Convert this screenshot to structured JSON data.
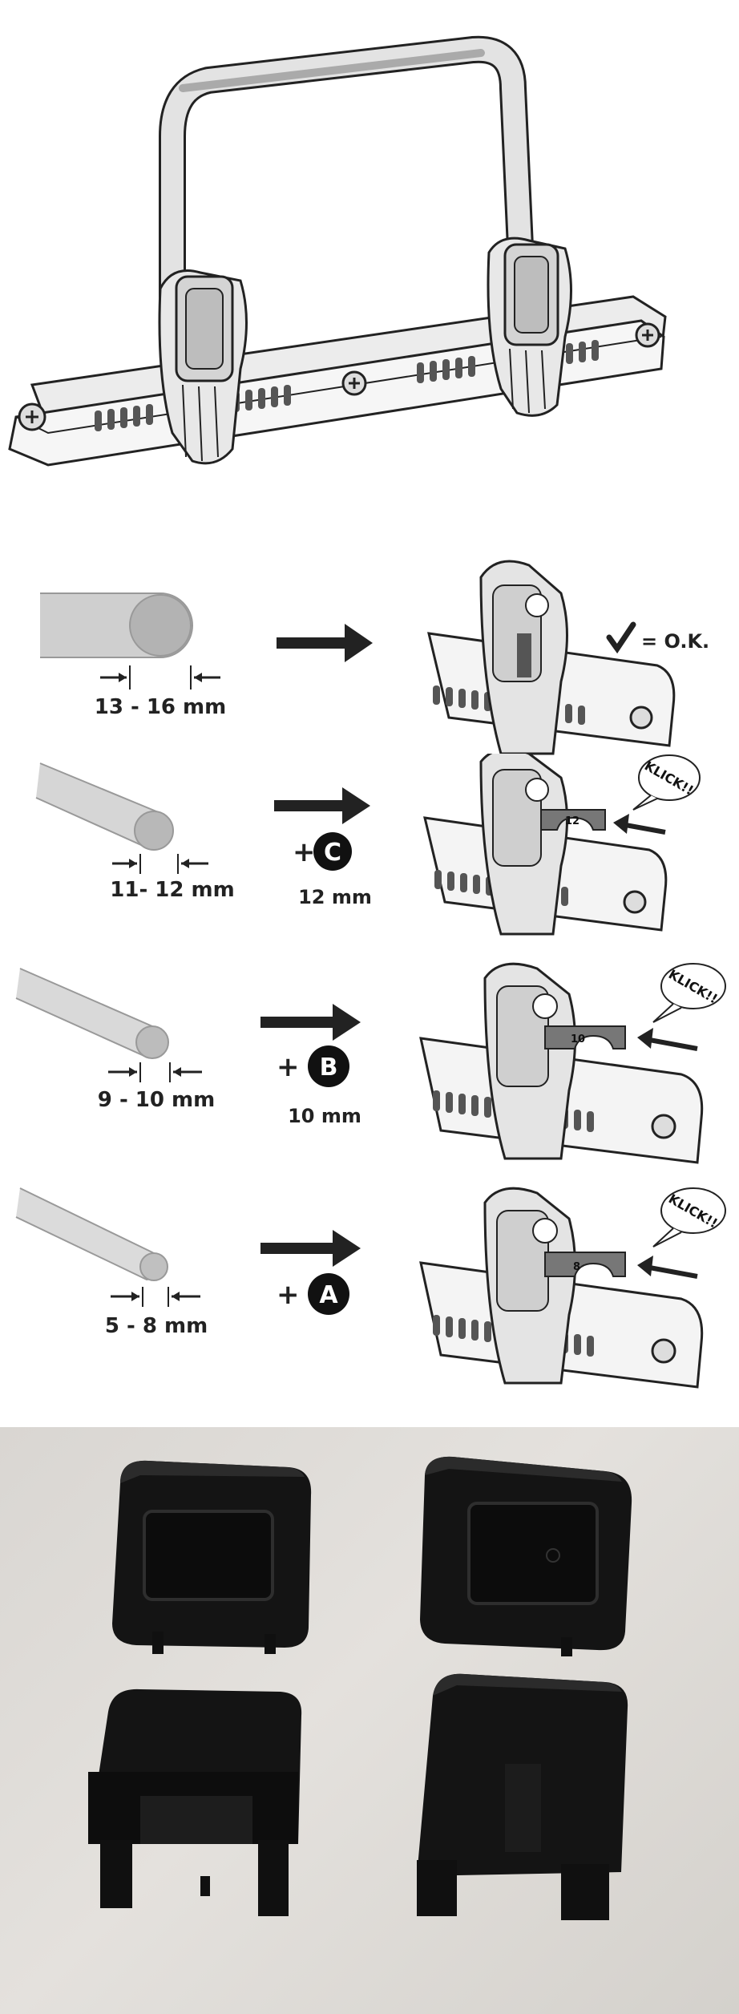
{
  "rows": [
    {
      "size": "13 - 16 mm",
      "adapter_letter": "",
      "adapter_mm": "",
      "result": "= O.K.",
      "klick": "",
      "insert_number": ""
    },
    {
      "size": "11- 12 mm",
      "adapter_letter": "C",
      "adapter_mm": "12 mm",
      "result": "",
      "klick": "KLICK!!",
      "insert_number": "12"
    },
    {
      "size": "9 - 10 mm",
      "adapter_letter": "B",
      "adapter_mm": "10 mm",
      "result": "",
      "klick": "KLICK!!",
      "insert_number": "10"
    },
    {
      "size": "5 - 8 mm",
      "adapter_letter": "A",
      "adapter_mm": "",
      "result": "",
      "klick": "KLICK!!",
      "insert_number": "8"
    }
  ],
  "plus_sign": "+",
  "photo_note": "",
  "colors": {
    "line": "#222222",
    "part_fill": "#e6e6e6",
    "dark_part": "#777777",
    "photo_bg": "#dcd9d5",
    "black_part": "#151515"
  },
  "icons": [
    "check-icon",
    "arrow-right-icon",
    "pointer-arrow-icon"
  ]
}
